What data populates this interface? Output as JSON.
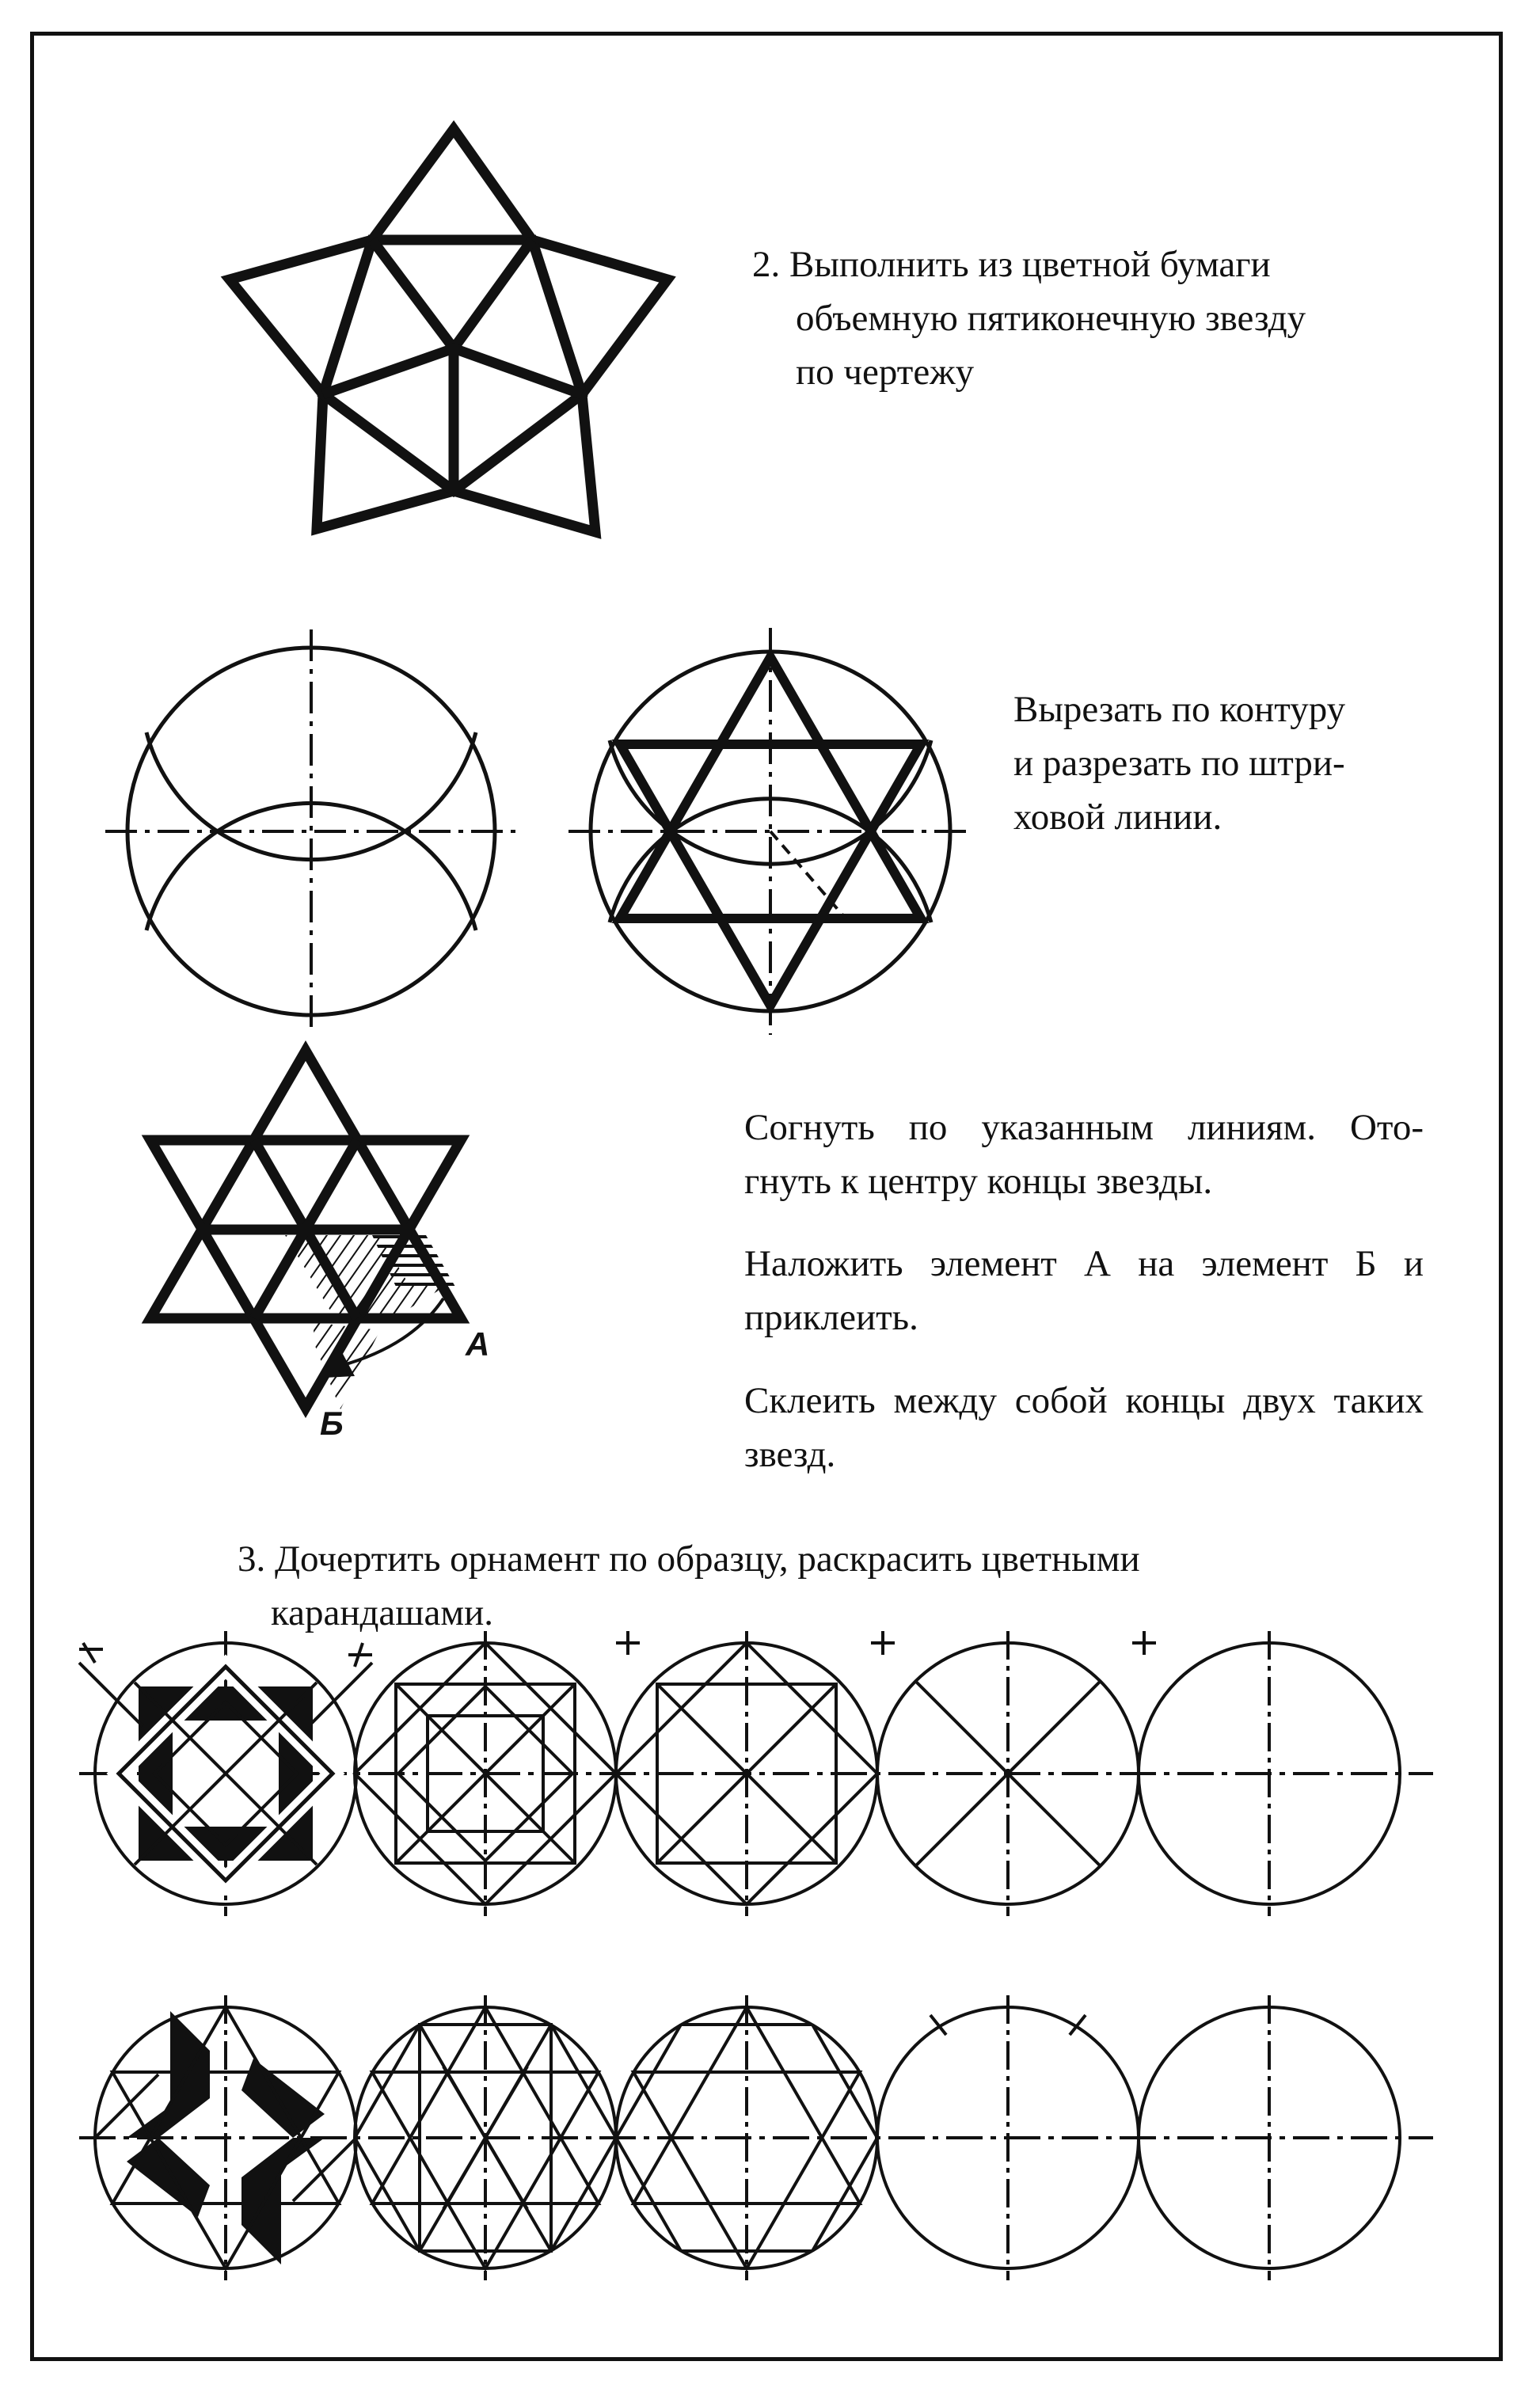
{
  "section2": {
    "title_lines": [
      "2. Выполнить из цветной бумаги",
      "объемную пятиконечную звезду",
      "по чертежу"
    ],
    "cut_lines": [
      "Вырезать по контуру",
      "и разрезать по штри-",
      "ховой линии."
    ],
    "fold_p1_lines": [
      "Согнуть по указанным линиям. Ото-",
      "гнуть к центру концы звезды."
    ],
    "glue_p2_lines": [
      "Наложить элемент А на элемент Б и",
      "приклеить."
    ],
    "glue_p3_lines": [
      "Склеить между собой концы двух таких",
      "звезд."
    ],
    "label_a": "А",
    "label_b": "Б"
  },
  "section3": {
    "title_lines": [
      "3. Дочертить орнамент по образцу, раскрасить цветными",
      "карандашами."
    ]
  }
}
